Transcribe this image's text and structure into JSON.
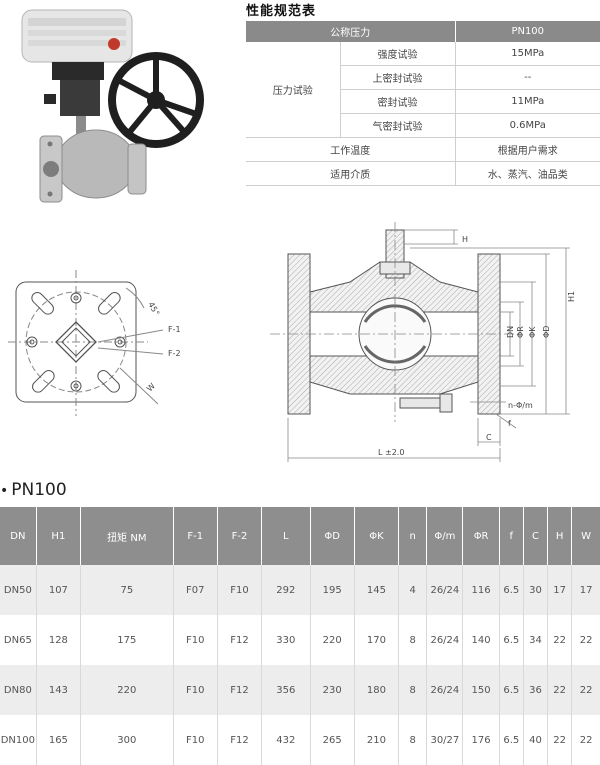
{
  "spec": {
    "title": "性能规范表",
    "header": {
      "left": "公称压力",
      "right": "PN100"
    },
    "group_label": "压力试验",
    "tests": [
      {
        "name": "强度试验",
        "value": "15MPa"
      },
      {
        "name": "上密封试验",
        "value": "--"
      },
      {
        "name": "密封试验",
        "value": "11MPa"
      },
      {
        "name": "气密封试验",
        "value": "0.6MPa"
      }
    ],
    "rows": [
      {
        "name": "工作温度",
        "value": "根据用户需求"
      },
      {
        "name": "适用介质",
        "value": "水、蒸汽、油品类"
      }
    ]
  },
  "diagram_labels": {
    "angle": "45°",
    "f1": "F-1",
    "f2": "F-2",
    "w": "W",
    "h": "H",
    "h1": "H1",
    "dn": "DN",
    "r": "ΦR",
    "k": "ΦK",
    "d": "ΦD",
    "bolt": "n-Φ/m",
    "f": "f",
    "c": "C",
    "l": "L ±2.0"
  },
  "section": {
    "bullet": "•",
    "title": "PN100"
  },
  "table": {
    "headers": [
      "DN",
      "H1",
      "扭矩 NM",
      "F-1",
      "F-2",
      "L",
      "ΦD",
      "ΦK",
      "n",
      "Φ/m",
      "ΦR",
      "f",
      "C",
      "H",
      "W"
    ],
    "rows": [
      [
        "DN50",
        "107",
        "75",
        "F07",
        "F10",
        "292",
        "195",
        "145",
        "4",
        "26/24",
        "116",
        "6.5",
        "30",
        "17",
        "17"
      ],
      [
        "DN65",
        "128",
        "175",
        "F10",
        "F12",
        "330",
        "220",
        "170",
        "8",
        "26/24",
        "140",
        "6.5",
        "34",
        "22",
        "22"
      ],
      [
        "DN80",
        "143",
        "220",
        "F10",
        "F12",
        "356",
        "230",
        "180",
        "8",
        "26/24",
        "150",
        "6.5",
        "36",
        "22",
        "22"
      ],
      [
        "DN100",
        "165",
        "300",
        "F10",
        "F12",
        "432",
        "265",
        "210",
        "8",
        "30/27",
        "176",
        "6.5",
        "40",
        "22",
        "22"
      ]
    ]
  }
}
